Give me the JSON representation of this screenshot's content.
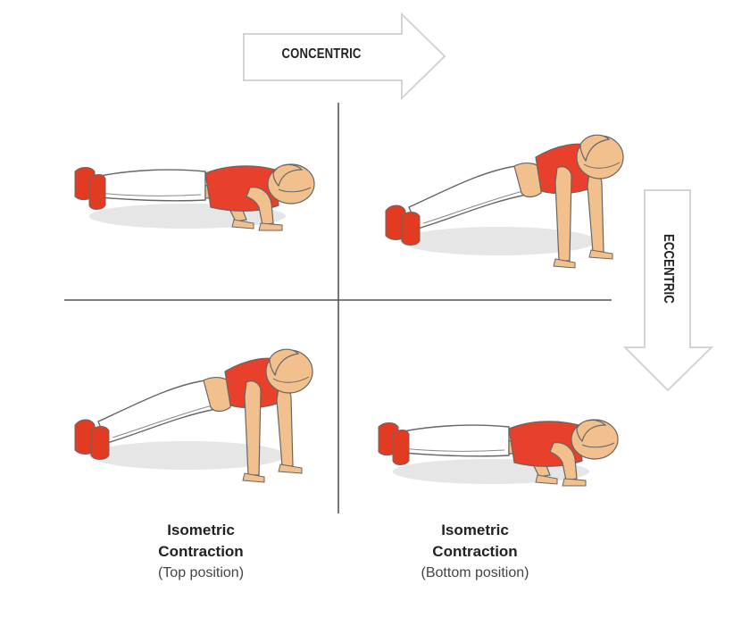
{
  "diagram": {
    "title": "Push-up muscle contraction phases",
    "arrows": {
      "concentric": {
        "label": "CONCENTRIC",
        "direction": "right"
      },
      "eccentric": {
        "label": "ECCENTRIC",
        "direction": "down"
      }
    },
    "quadrants": [
      {
        "position": "top-left",
        "pose": "bottom-position",
        "description": "Push-up, chest lowered"
      },
      {
        "position": "top-right",
        "pose": "top-position",
        "description": "Push-up, arms extended"
      },
      {
        "position": "bottom-left",
        "pose": "top-position",
        "description": "Push-up, arms extended"
      },
      {
        "position": "bottom-right",
        "pose": "bottom-position",
        "description": "Push-up, chest lowered"
      }
    ],
    "captions": {
      "left": {
        "line1": "Isometric",
        "line2": "Contraction",
        "line3": "(Top position)"
      },
      "right": {
        "line1": "Isometric",
        "line2": "Contraction",
        "line3": "(Bottom position)"
      }
    },
    "colors": {
      "background": "#ffffff",
      "axis_line": "#555555",
      "arrow_outline": "#d4d4d4",
      "shirt": "#e8402a",
      "skin": "#f2c08c",
      "pants": "#ffffff",
      "shoes": "#e23b22",
      "shadow": "#e6e6e6",
      "outline": "#555555",
      "text": "#222222"
    }
  }
}
